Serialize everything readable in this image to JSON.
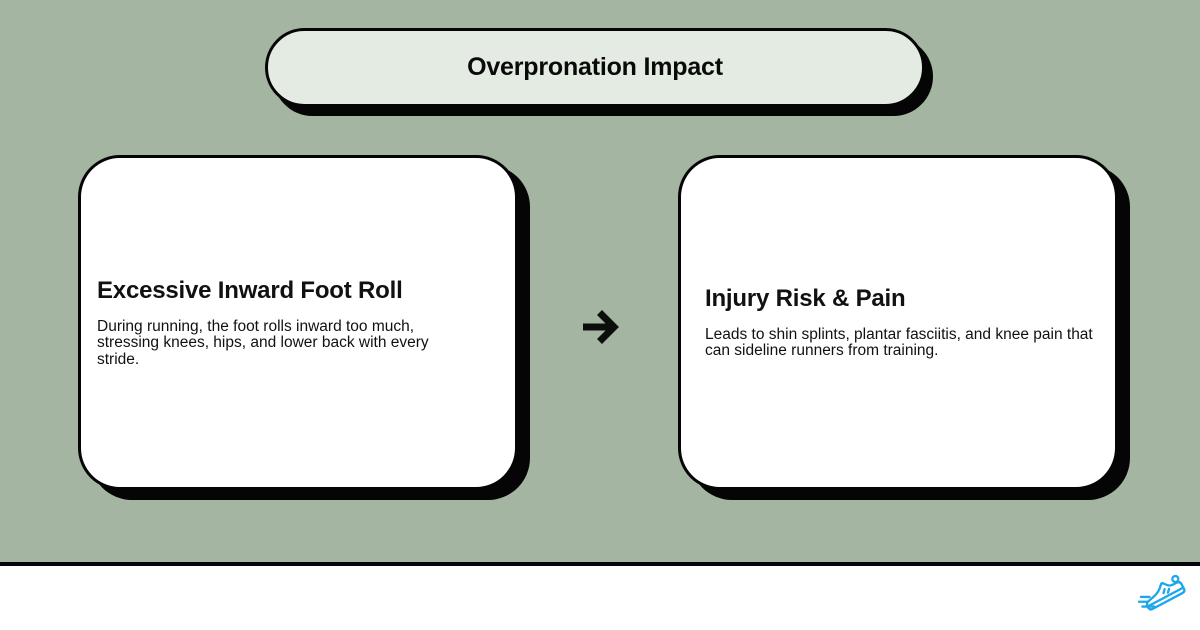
{
  "title": "Overpronation Impact",
  "cards": [
    {
      "heading": "Excessive Inward Foot Roll",
      "body": "During running, the foot rolls inward too much, stressing knees, hips, and lower back with every stride."
    },
    {
      "heading": "Injury Risk & Pain",
      "body": "Leads to shin splints, plantar fasciitis, and knee pain that can sideline runners from training."
    }
  ],
  "connector": {
    "icon": "arrow-right-icon"
  },
  "footer": {
    "logo_icon": "running-shoe-icon"
  },
  "colors": {
    "background": "#a4b6a1",
    "pill_fill": "#e4ebe2",
    "card_fill": "#ffffff",
    "outline": "#050505",
    "text": "#111111",
    "accent_blue": "#1CA7EC",
    "footer_bar": "#05060c",
    "footer_fill": "#ffffff"
  }
}
